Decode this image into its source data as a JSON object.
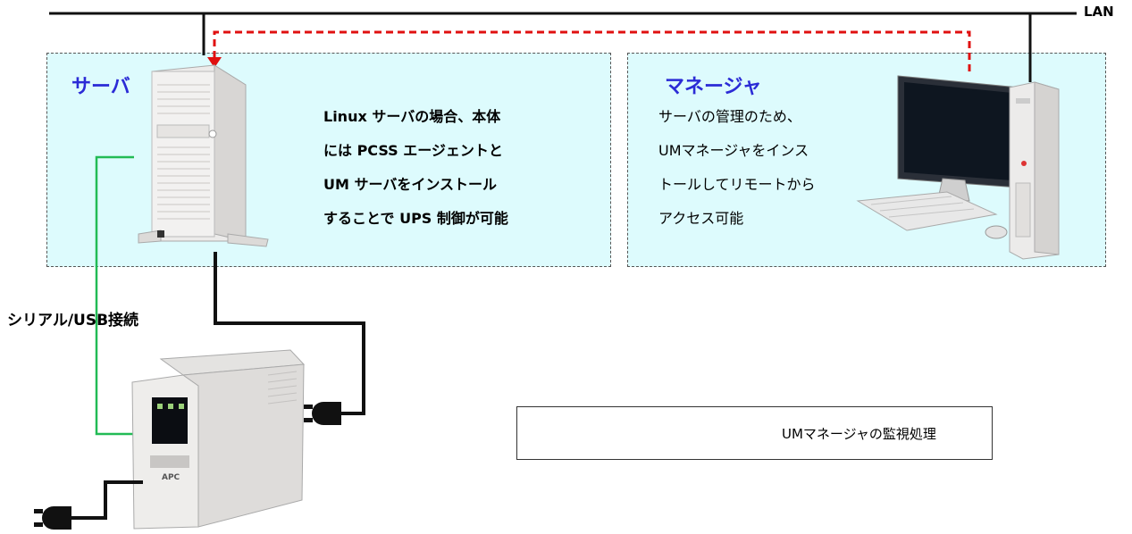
{
  "lan_label": "LAN",
  "server_box": {
    "title": "サーバ",
    "description_lines": [
      "Linux サーバの場合、本体",
      "には PCSS エージェントと",
      "UM サーバをインストール",
      "することで UPS 制御が可能"
    ]
  },
  "manager_box": {
    "title": "マネージャ",
    "description_lines": [
      "サーバの管理のため、",
      "UMマネージャをインス",
      "トールしてリモートから",
      "アクセス可能"
    ]
  },
  "serial_label": "シリアル/USB接続",
  "ups_brand": "APC",
  "legend": {
    "label": "UMマネージャの監視処理"
  },
  "colors": {
    "zone_fill": "#ddfbfd",
    "title_blue": "#2b2bd6",
    "monitor_red": "#e01010",
    "serial_green": "#22bb55",
    "cable_black": "#111111"
  }
}
